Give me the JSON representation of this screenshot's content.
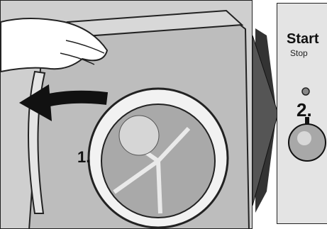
{
  "figure": {
    "step1_label": "1.",
    "step2_label": "2.",
    "button_primary": "Start",
    "button_secondary": "Stop"
  },
  "colors": {
    "ink": "#111111",
    "panel_gray": "#d2d2d2",
    "machine_gray": "#bdbdbd"
  },
  "icons": [
    "hand-icon",
    "rotate-arrow-icon",
    "direction-arrow-icon",
    "indicator-light-icon",
    "press-arrow-icon",
    "start-button-icon"
  ]
}
